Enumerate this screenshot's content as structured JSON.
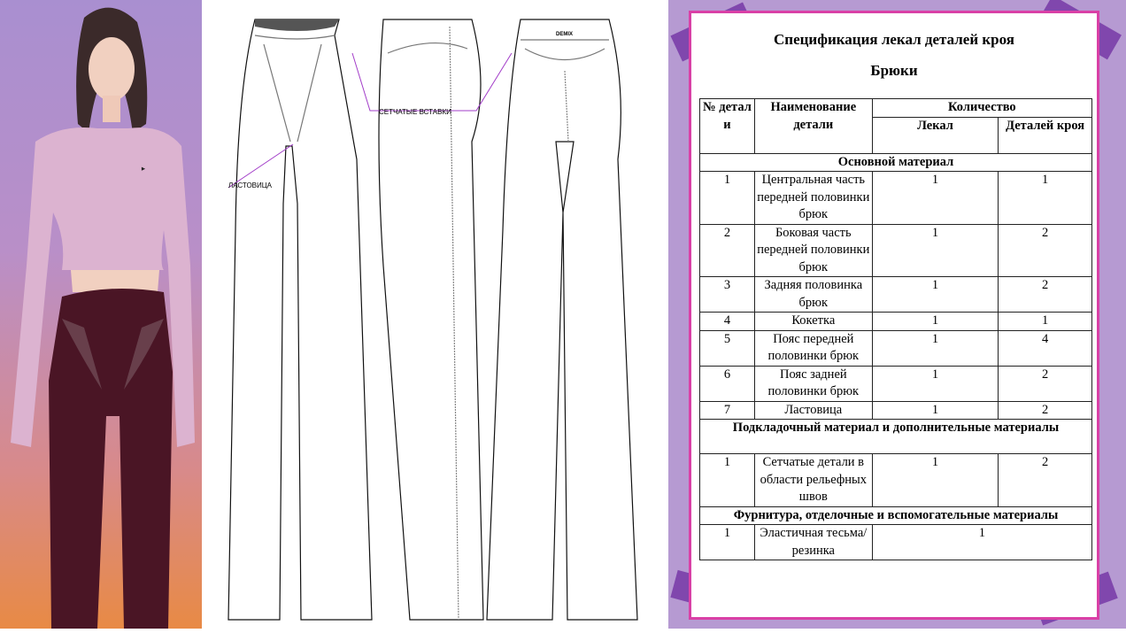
{
  "illustration": {
    "logo": "DEMIX"
  },
  "tech_drawing": {
    "labels": {
      "mesh_inserts": "СЕТЧАТЫЕ ВСТАВКИ",
      "gusset": "ЛАСТОВИЦА"
    },
    "logo": "DEMIX"
  },
  "spec": {
    "title": "Спецификация лекал деталей кроя",
    "subtitle": "Брюки",
    "headers": {
      "num": "№ детал и",
      "name": "Наименование детали",
      "qty": "Количество",
      "patterns": "Лекал",
      "pieces": "Деталей кроя"
    },
    "sections": [
      {
        "title": "Основной материал",
        "rows": [
          {
            "num": "1",
            "name": "Центральная часть передней половинки брюк",
            "patterns": "1",
            "pieces": "1"
          },
          {
            "num": "2",
            "name": "Боковая часть передней половинки брюк",
            "patterns": "1",
            "pieces": "2"
          },
          {
            "num": "3",
            "name": "Задняя половинка брюк",
            "patterns": "1",
            "pieces": "2"
          },
          {
            "num": "4",
            "name": "Кокетка",
            "patterns": "1",
            "pieces": "1"
          },
          {
            "num": "5",
            "name": "Пояс передней половинки брюк",
            "patterns": "1",
            "pieces": "4"
          },
          {
            "num": "6",
            "name": "Пояс задней половинки брюк",
            "patterns": "1",
            "pieces": "2"
          },
          {
            "num": "7",
            "name": "Ластовица",
            "patterns": "1",
            "pieces": "2"
          }
        ]
      },
      {
        "title": "Подкладочный материал и дополнительные материалы",
        "rows": [
          {
            "num": "1",
            "name": "Сетчатые детали в области рельефных швов",
            "patterns": "1",
            "pieces": "2"
          }
        ]
      },
      {
        "title": "Фурнитура, отделочные и вспомогательные материалы",
        "rows": [
          {
            "num": "1",
            "name": "Эластичная тесьма/резинка",
            "total": "1"
          }
        ]
      }
    ]
  },
  "colors": {
    "frame": "#d940a6",
    "background": "#b69ad2",
    "tape": "#7a3ea8",
    "pants": "#4a1525",
    "top": "#dcb3d0"
  }
}
